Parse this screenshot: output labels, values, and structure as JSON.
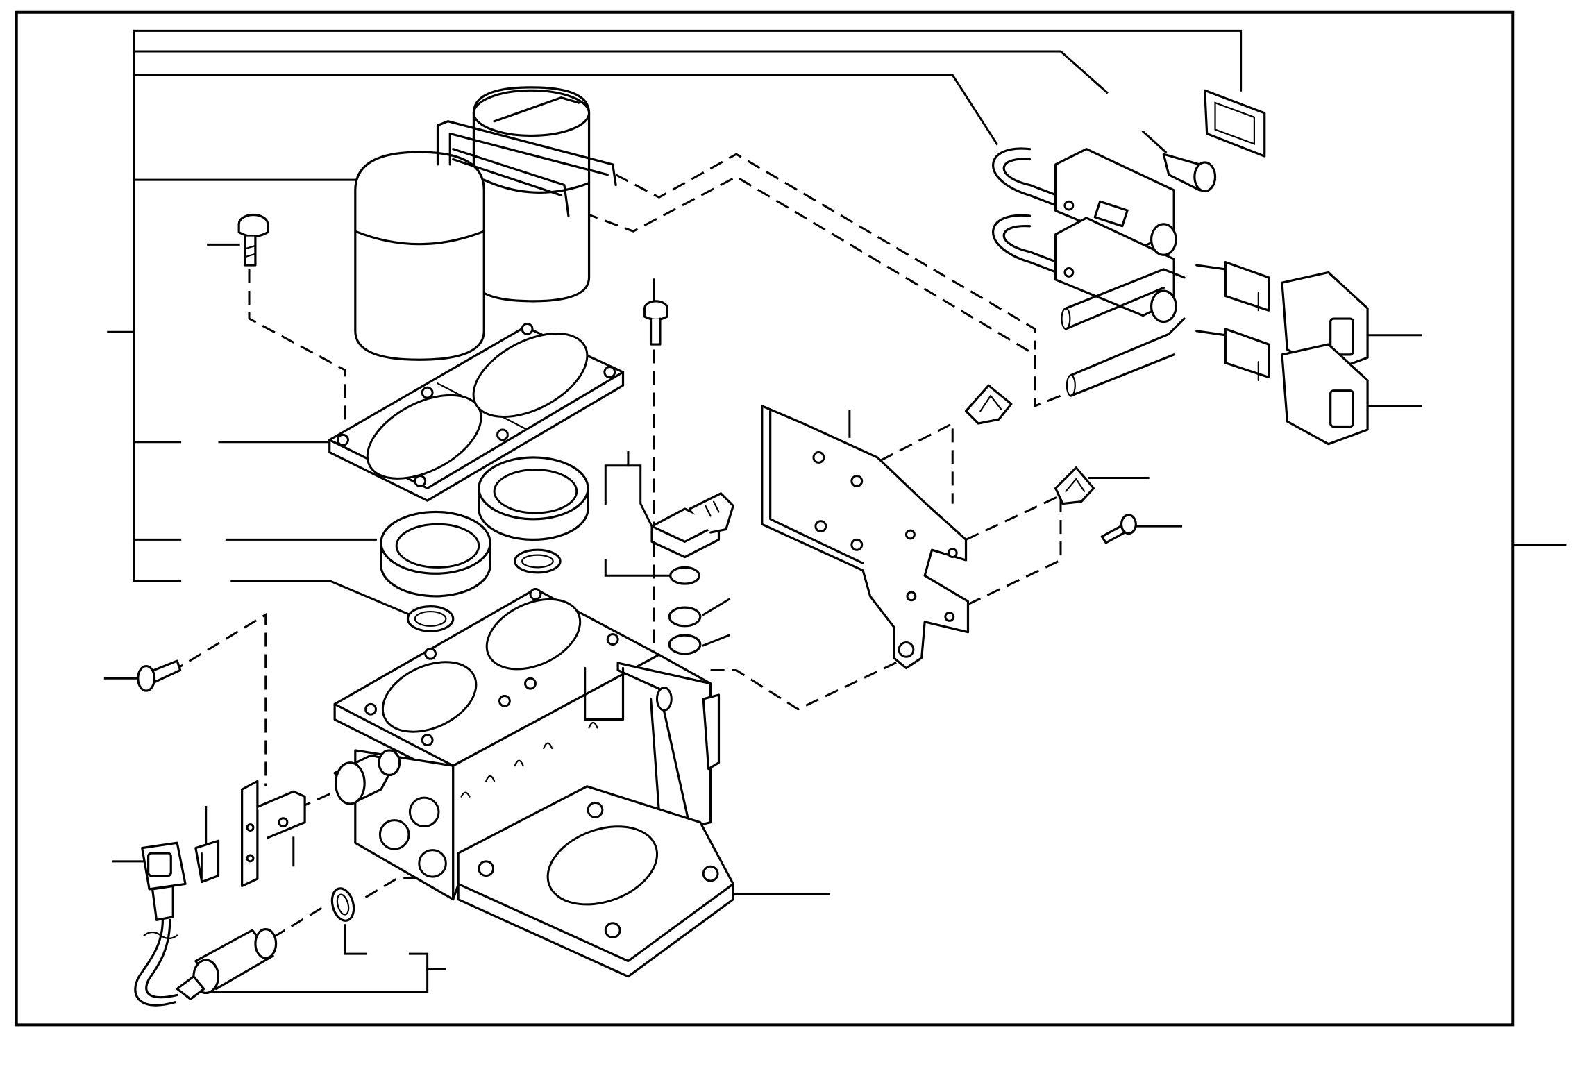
{
  "diagram": {
    "style": "exploded-parts-line-drawing",
    "colors": {
      "line": "#000000",
      "background": "#ffffff"
    },
    "callout_labels_visible": false,
    "components": [
      "accumulator-pair",
      "accumulator-gasket",
      "seal-ring-left",
      "seal-ring-right",
      "o-ring-small",
      "valve-body",
      "mounting-bracket",
      "solenoid-valve-pair",
      "connector-pair",
      "pressure-sensor",
      "position-sensor",
      "harness-connector",
      "sensor-bracket",
      "cap",
      "grommet",
      "bolt",
      "screw",
      "clip",
      "washer"
    ]
  }
}
